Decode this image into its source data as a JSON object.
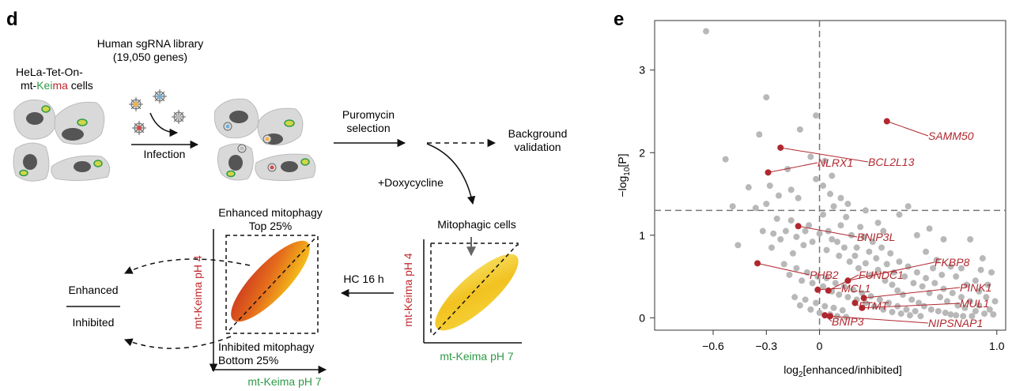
{
  "panel_d": {
    "label": "d",
    "library_title_1": "Human sgRNA library",
    "library_title_2": "(19,050 genes)",
    "cell_line_1": "HeLa-Tet-On-",
    "cell_line_2_a": "mt-",
    "cell_line_2_b": "Kei",
    "cell_line_2_c": "ma",
    "cell_line_2_d": " cells",
    "infection": "Infection",
    "puromycin_1": "Puromycin",
    "puromycin_2": "selection",
    "background_1": "Background",
    "background_2": "validation",
    "doxycycline": "+Doxycycline",
    "mitophagic": "Mitophagic cells",
    "hc": "HC 16 h",
    "enhanced_top_1": "Enhanced mitophagy",
    "enhanced_top_2": "Top 25%",
    "inhibited_bottom_1": "Inhibited mitophagy",
    "inhibited_bottom_2": "Bottom 25%",
    "ratio_numerator": "Enhanced",
    "ratio_denominator": "Inhibited",
    "axis_ph4": "mt-Keima pH 4",
    "axis_ph7": "mt-Keima pH 7",
    "colors": {
      "green": "#2e9a48",
      "red": "#c0272d",
      "cell": "#d9d9d9",
      "nucleus": "#555555"
    }
  },
  "panel_e": {
    "label": "e",
    "chart_data": {
      "type": "scatter",
      "xlabel_main": "log",
      "xlabel_sub": "2",
      "xlabel_rest": "[enhanced/inhibited]",
      "ylabel_main": "−log",
      "ylabel_sub": "10",
      "ylabel_rest": "[P]",
      "xlim": [
        -0.93,
        1.05
      ],
      "ylim": [
        -0.15,
        3.6
      ],
      "x_ticks": [
        -0.6,
        -0.3,
        0,
        1.0
      ],
      "x_tick_labels": [
        "−0.6",
        "−0.3",
        "0",
        "1.0"
      ],
      "y_ticks": [
        0,
        1,
        2,
        3
      ],
      "y_tick_labels": [
        "0",
        "1",
        "2",
        "3"
      ],
      "threshold_y": 1.3,
      "threshold_x": 0,
      "grid": false,
      "colors": {
        "background": "#b8b8b8",
        "highlight": "#b0282f",
        "dashed": "#777777"
      },
      "background_points": [
        [
          -0.64,
          3.47
        ],
        [
          -0.3,
          2.67
        ],
        [
          -0.34,
          2.22
        ],
        [
          -0.53,
          1.92
        ],
        [
          -0.49,
          1.35
        ],
        [
          -0.46,
          0.88
        ],
        [
          -0.02,
          2.45
        ],
        [
          -0.12,
          1.45
        ],
        [
          -0.28,
          1.6
        ],
        [
          -0.4,
          1.58
        ],
        [
          -0.24,
          1.2
        ],
        [
          -0.18,
          1.8
        ],
        [
          -0.05,
          1.95
        ],
        [
          0.03,
          1.9
        ],
        [
          0.07,
          1.72
        ],
        [
          -0.11,
          2.28
        ],
        [
          -0.3,
          1.38
        ],
        [
          -0.36,
          1.33
        ],
        [
          -0.27,
          0.85
        ],
        [
          -0.22,
          0.95
        ],
        [
          -0.15,
          0.78
        ],
        [
          -0.09,
          0.88
        ],
        [
          -0.06,
          1.12
        ],
        [
          0.02,
          1.25
        ],
        [
          0.05,
          1.05
        ],
        [
          0.08,
          1.35
        ],
        [
          0.1,
          0.92
        ],
        [
          0.12,
          1.12
        ],
        [
          0.15,
          1.22
        ],
        [
          0.18,
          1.0
        ],
        [
          0.21,
          0.85
        ],
        [
          0.23,
          1.1
        ],
        [
          0.25,
          0.98
        ],
        [
          0.28,
          0.8
        ],
        [
          0.3,
          0.92
        ],
        [
          0.32,
          0.72
        ],
        [
          0.35,
          0.85
        ],
        [
          0.38,
          0.65
        ],
        [
          0.4,
          0.78
        ],
        [
          0.42,
          0.55
        ],
        [
          0.45,
          0.68
        ],
        [
          0.48,
          0.5
        ],
        [
          0.5,
          0.62
        ],
        [
          0.53,
          0.42
        ],
        [
          0.55,
          0.55
        ],
        [
          0.58,
          0.38
        ],
        [
          0.6,
          0.48
        ],
        [
          0.62,
          0.3
        ],
        [
          0.65,
          0.42
        ],
        [
          0.68,
          0.25
        ],
        [
          0.7,
          0.35
        ],
        [
          0.72,
          0.2
        ],
        [
          0.75,
          0.3
        ],
        [
          0.78,
          0.15
        ],
        [
          0.8,
          0.25
        ],
        [
          0.82,
          0.12
        ],
        [
          0.85,
          0.2
        ],
        [
          0.88,
          0.08
        ],
        [
          0.9,
          0.15
        ],
        [
          0.93,
          0.05
        ],
        [
          0.96,
          0.1
        ],
        [
          0.98,
          0.04
        ],
        [
          0.7,
          0.95
        ],
        [
          0.62,
          1.08
        ],
        [
          0.55,
          1.0
        ],
        [
          0.5,
          1.35
        ],
        [
          0.45,
          1.25
        ],
        [
          0.85,
          0.95
        ],
        [
          0.92,
          0.72
        ],
        [
          0.97,
          0.55
        ],
        [
          0.8,
          0.6
        ],
        [
          0.88,
          0.45
        ],
        [
          -0.2,
          0.65
        ],
        [
          -0.17,
          0.52
        ],
        [
          -0.13,
          0.6
        ],
        [
          -0.1,
          0.45
        ],
        [
          -0.07,
          0.55
        ],
        [
          -0.04,
          0.42
        ],
        [
          -0.01,
          0.5
        ],
        [
          0.02,
          0.38
        ],
        [
          0.04,
          0.48
        ],
        [
          0.07,
          0.32
        ],
        [
          0.09,
          0.42
        ],
        [
          0.11,
          0.28
        ],
        [
          0.14,
          0.38
        ],
        [
          0.16,
          0.25
        ],
        [
          0.19,
          0.34
        ],
        [
          0.21,
          0.22
        ],
        [
          0.24,
          0.3
        ],
        [
          0.26,
          0.18
        ],
        [
          0.29,
          0.26
        ],
        [
          0.31,
          0.14
        ],
        [
          0.34,
          0.22
        ],
        [
          0.36,
          0.1
        ],
        [
          0.39,
          0.18
        ],
        [
          0.41,
          0.07
        ],
        [
          0.44,
          0.14
        ],
        [
          0.46,
          0.05
        ],
        [
          0.49,
          0.1
        ],
        [
          0.51,
          0.03
        ],
        [
          0.54,
          0.08
        ],
        [
          0.57,
          0.02
        ],
        [
          -0.14,
          0.25
        ],
        [
          -0.11,
          0.15
        ],
        [
          -0.08,
          0.22
        ],
        [
          -0.05,
          0.1
        ],
        [
          -0.02,
          0.18
        ],
        [
          0.0,
          0.06
        ],
        [
          0.03,
          0.14
        ],
        [
          0.06,
          0.04
        ],
        [
          0.08,
          0.12
        ],
        [
          0.1,
          0.02
        ],
        [
          0.13,
          0.09
        ],
        [
          0.15,
          0.01
        ],
        [
          -0.19,
          1.05
        ],
        [
          -0.16,
          1.18
        ],
        [
          -0.13,
          0.98
        ],
        [
          -0.08,
          1.05
        ],
        [
          -0.04,
          0.92
        ],
        [
          0.0,
          1.02
        ],
        [
          0.04,
          0.82
        ],
        [
          0.07,
          0.95
        ],
        [
          0.11,
          0.75
        ],
        [
          0.14,
          0.85
        ],
        [
          0.17,
          0.68
        ],
        [
          0.2,
          0.75
        ],
        [
          0.22,
          0.6
        ],
        [
          0.26,
          0.66
        ],
        [
          0.29,
          0.52
        ],
        [
          0.33,
          0.58
        ],
        [
          0.37,
          0.45
        ],
        [
          0.41,
          0.4
        ],
        [
          0.44,
          0.33
        ],
        [
          0.47,
          0.28
        ],
        [
          0.52,
          0.22
        ],
        [
          0.56,
          0.18
        ],
        [
          0.59,
          0.14
        ],
        [
          0.63,
          0.1
        ],
        [
          0.67,
          0.08
        ],
        [
          0.71,
          0.06
        ],
        [
          0.74,
          0.04
        ],
        [
          0.77,
          0.03
        ],
        [
          0.81,
          0.02
        ],
        [
          0.86,
          0.02
        ],
        [
          0.02,
          1.6
        ],
        [
          0.06,
          1.5
        ],
        [
          -0.02,
          1.68
        ],
        [
          0.12,
          1.45
        ],
        [
          0.16,
          1.38
        ],
        [
          -0.16,
          1.55
        ],
        [
          -0.23,
          1.48
        ],
        [
          -0.32,
          1.05
        ],
        [
          -0.26,
          1.02
        ],
        [
          0.26,
          1.3
        ],
        [
          0.33,
          1.15
        ],
        [
          0.36,
          1.05
        ],
        [
          0.6,
          0.8
        ],
        [
          0.66,
          0.7
        ],
        [
          0.74,
          0.62
        ],
        [
          0.77,
          0.5
        ],
        [
          0.83,
          0.4
        ],
        [
          0.9,
          0.32
        ],
        [
          0.94,
          0.25
        ],
        [
          0.99,
          0.2
        ],
        [
          0.95,
          0.4
        ],
        [
          0.91,
          0.58
        ],
        [
          0.69,
          0.52
        ],
        [
          0.64,
          0.6
        ]
      ],
      "highlight_points": [
        {
          "label": "SAMM50",
          "x": 0.38,
          "y": 2.38
        },
        {
          "label": "BCL2L13",
          "x": -0.22,
          "y": 2.06
        },
        {
          "label": "NLRX1",
          "x": -0.29,
          "y": 1.76
        },
        {
          "label": "BNIP3L",
          "x": -0.12,
          "y": 1.11
        },
        {
          "label": "PHB2",
          "x": -0.35,
          "y": 0.66
        },
        {
          "label": "FKBP8",
          "x": 0.16,
          "y": 0.45
        },
        {
          "label": "FUNDC1",
          "x": 0.05,
          "y": 0.33
        },
        {
          "label": "MCL1",
          "x": -0.01,
          "y": 0.34
        },
        {
          "label": "PINK1",
          "x": 0.25,
          "y": 0.24
        },
        {
          "label": "FTMT",
          "x": 0.2,
          "y": 0.18
        },
        {
          "label": "MUL1",
          "x": 0.24,
          "y": 0.12
        },
        {
          "label": "BNIP3",
          "x": 0.03,
          "y": 0.03
        },
        {
          "label": "NIPSNAP1",
          "x": 0.06,
          "y": 0.02
        }
      ]
    }
  }
}
